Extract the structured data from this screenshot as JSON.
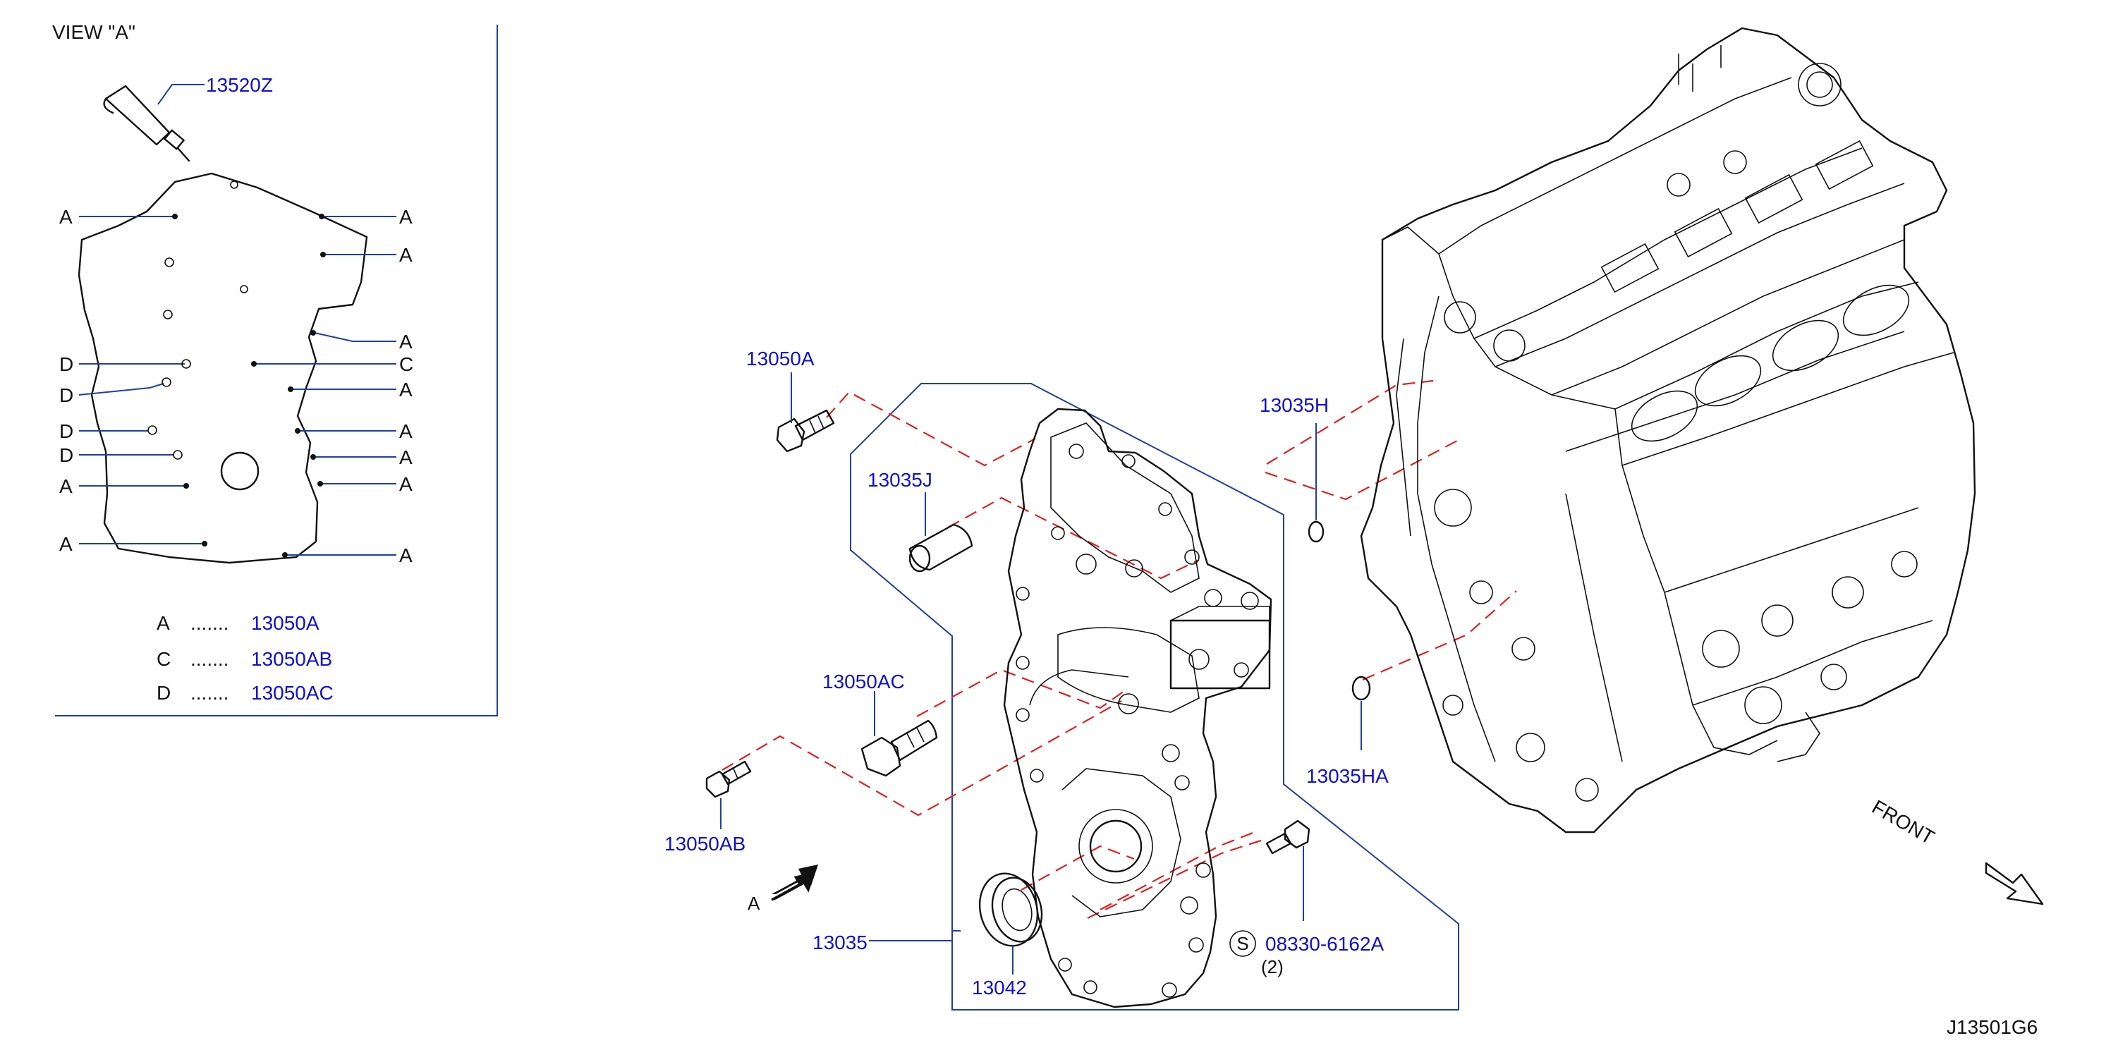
{
  "view": {
    "title": "VIEW \"A\"",
    "part_sealant": "13520Z",
    "letters": {
      "a": "A",
      "c": "C",
      "d": "D"
    },
    "legend": [
      {
        "letter": "A",
        "dots": ".......",
        "part": "13050A"
      },
      {
        "letter": "C",
        "dots": ".......",
        "part": "13050AB"
      },
      {
        "letter": "D",
        "dots": ".......",
        "part": "13050AC"
      }
    ]
  },
  "parts": {
    "p13050A": "13050A",
    "p13035J": "13035J",
    "p13050AC": "13050AC",
    "p13050AB": "13050AB",
    "p13035": "13035",
    "p13042": "13042",
    "p13035H": "13035H",
    "p13035HA": "13035HA",
    "s_mark": "S",
    "p08330": "08330-6162A",
    "qty": "(2)"
  },
  "arrow_a_label": "A",
  "front_label": "FRONT",
  "diagram_id": "J13501G6",
  "colors": {
    "label": "#1010d0",
    "leader": "#1f3f9f",
    "hidden": "#e02020",
    "ink": "#111111"
  }
}
